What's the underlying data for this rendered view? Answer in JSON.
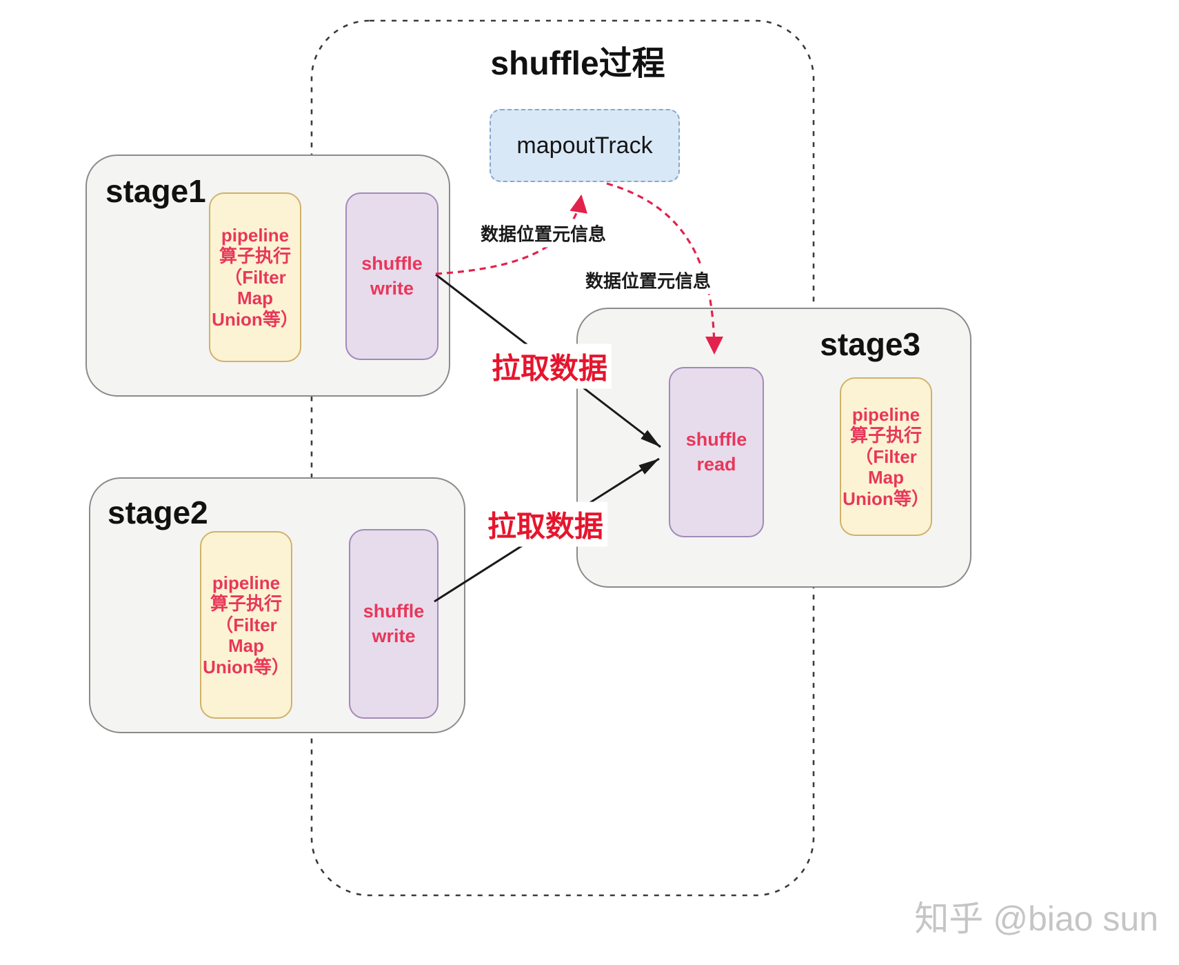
{
  "title": "shuffle过程",
  "watermark": "知乎 @biao sun",
  "mapout": {
    "label": "mapoutTrack"
  },
  "stage1": {
    "label": "stage1",
    "pipeline": "pipeline\n算子执行\n（Filter\nMap\nUnion等）",
    "shuffle": "shuffle\nwrite"
  },
  "stage2": {
    "label": "stage2",
    "pipeline": "pipeline\n算子执行\n（Filter\nMap\nUnion等）",
    "shuffle": "shuffle\nwrite"
  },
  "stage3": {
    "label": "stage3",
    "pipeline": "pipeline\n算子执行\n（Filter\nMap\nUnion等）",
    "shuffle": "shuffle\nread"
  },
  "annotations": {
    "meta_info_left": "数据位置元信息",
    "meta_info_right": "数据位置元信息",
    "pull_data_top": "拉取数据",
    "pull_data_bottom": "拉取数据"
  },
  "colors": {
    "stage_fill": "#f4f4f3",
    "stage_border": "#8a8a8a",
    "pipeline_fill": "#fbf3d3",
    "pipeline_border": "#d0b266",
    "shuffle_fill": "#e6dcec",
    "shuffle_border": "#a289b8",
    "mapout_fill": "#d9e8f7",
    "mapout_border": "#89a6cc",
    "red_box_text": "#e8375a",
    "bright_red_label": "#e6152d",
    "dashed_arrow_red": "#e3224c",
    "solid_arrow_black": "#1a1a1a",
    "boundary_dash_black": "#3a3a3a",
    "watermark_gray": "#c5c5c5"
  }
}
